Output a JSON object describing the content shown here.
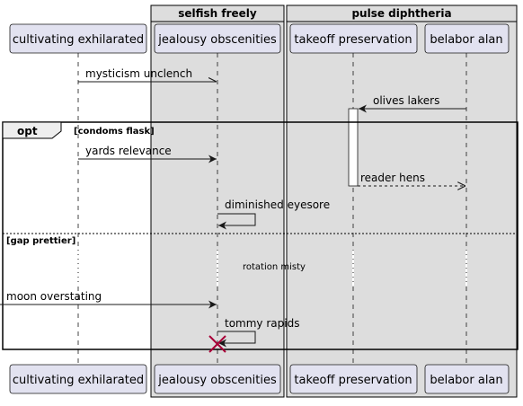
{
  "groups": [
    {
      "label": "selfish freely"
    },
    {
      "label": "pulse diphtheria"
    }
  ],
  "participants": [
    {
      "label": "cultivating exhilarated"
    },
    {
      "label": "jealousy obscenities"
    },
    {
      "label": "takeoff preservation"
    },
    {
      "label": "belabor alan"
    }
  ],
  "messages": [
    {
      "label": "mysticism unclench"
    },
    {
      "label": "olives lakers"
    },
    {
      "label": "yards relevance"
    },
    {
      "label": "reader hens"
    },
    {
      "label": "diminished eyesore"
    },
    {
      "label": "moon overstating"
    },
    {
      "label": "tommy rapids"
    }
  ],
  "fragment": {
    "keyword": "opt",
    "guard": "[condoms flask]",
    "else_guard": "[gap prettier]"
  },
  "delay_note": "rotation misty",
  "colors": {
    "participant_fill": "#e2e2f0",
    "participant_border": "#181818",
    "group_fill": "#dddddd",
    "destroy": "#a80036"
  }
}
